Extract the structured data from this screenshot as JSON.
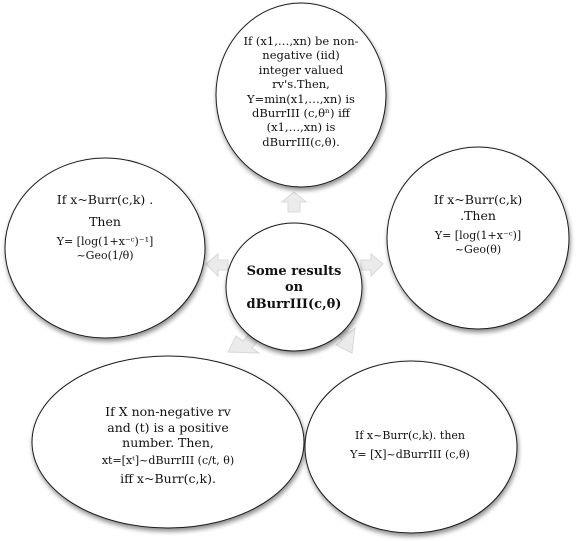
{
  "center": {
    "lines": [
      "Some results",
      "on",
      "dBurrIII(c,θ)"
    ]
  },
  "nodes": {
    "top": {
      "lines": [
        "If (x1,…,xn)  be non-",
        "negative (iid)",
        "integer valued",
        "rv's.Then,",
        "Y=min(x1,…,xn)  is",
        "dBurrIII  (c,θⁿ) iff",
        "(x1,…,xn) is",
        "dBurrIII(c,θ)."
      ]
    },
    "left": {
      "lines": [
        "If  x~Burr(c,k) .",
        "Then",
        "Y= [log(1+x⁻ᶜ)⁻¹]",
        "~Geo(1/θ)"
      ]
    },
    "right": {
      "lines": [
        "If  x~Burr(c,k)",
        ".Then",
        "Y= [log(1+x⁻ᶜ)]",
        "~Geo(θ)"
      ]
    },
    "bottom_left": {
      "lines": [
        "If  X non-negative rv",
        "and (t) is a positive",
        "number. Then,",
        "xt=[xᵗ]~dBurrIII  (c/t, θ)",
        "iff x~Burr(c,k)."
      ]
    },
    "bottom_right": {
      "lines": [
        "If  x~Burr(c,k). then",
        "Y= [X]~dBurrIII  (c,θ)"
      ]
    }
  },
  "colors": {
    "circle_fill": "#ffffff",
    "circle_stroke": "#1a1a1a",
    "arrow_fill": "#ebebeb",
    "arrow_stroke": "#d8d8d8"
  }
}
